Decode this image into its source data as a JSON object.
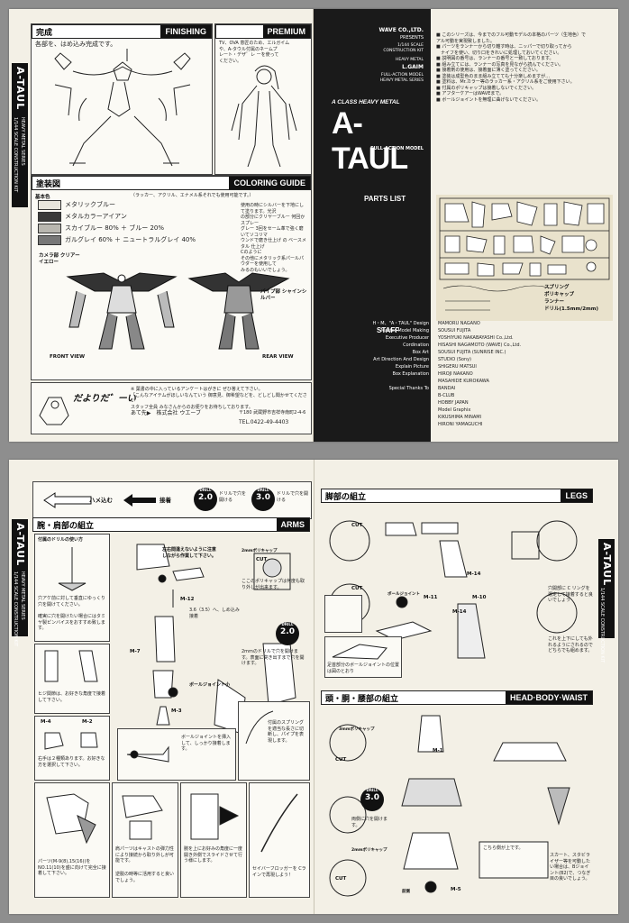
{
  "top": {
    "spine": {
      "title": "A-TAUL",
      "subtitle": "1/144 SCALE CONSTRUCTION KIT",
      "series": "HEAVY METAL SERIES"
    },
    "finishing": {
      "jp": "完成",
      "en": "FINISHING",
      "note": "各部を、はめ込み完成です。"
    },
    "premium": {
      "en": "PREMIUM",
      "lines": [
        "TV、OVA 意匠のため、エルガイム",
        "や、A-タウル付属のネームプ",
        "レート・デザ゛レ ーを使って",
        "ください。"
      ]
    },
    "coloring": {
      "jp": "塗装図",
      "en": "COLORING GUIDE",
      "legend": [
        {
          "label": "メタリックブルー",
          "color": "#e8e5dc"
        },
        {
          "label": "メタルカラーアイアン",
          "color": "#3a3a3a"
        },
        {
          "label": "スカイブルー 80% ＋ ブルー 20%",
          "color": "#b9b7b0"
        },
        {
          "label": "ガルグレイ 60% ＋ ニュートラルグレイ 40%",
          "color": "#777"
        }
      ],
      "legend_head": "基本色",
      "legend_note": "（ラッカー、アクリル、エナメル系それでも使用可能です。）",
      "side_note": [
        "使用の時にシルバーを下地にして塗ります。光沢",
        "の部分にクリヤーブルー 何回かスプレー",
        "グレー 3回をセーム革で強く磨いてソコリマ",
        "ウンドで磨き仕上げ の ベースメタル 仕上げ",
        "Cのように",
        "その他にメタリック系パールパウダーを使用して",
        "みるのもいいでしょう。"
      ],
      "label_camera": "カメラ部 クリアーイエロー",
      "label_pipe": "パイプ部 シャインシルバー",
      "front": "FRONT VIEW",
      "rear": "REAR VIEW"
    },
    "footer": {
      "logo": "だよりだ゛ーい",
      "lines": [
        "※ 葉書の中に入っているアンケートはがきに ぜひ答えて下さい。",
        "「こんなアイテムがほしいなんていう 御意見、御希望などを、どしどし聞かせてください",
        "スタッフ全員 みなさんからのお便りをお待ちしております。"
      ],
      "addr_label": "あて先▶　株式会社 ウエーブ",
      "addr": "〒180 武蔵野市吉祥寺南町2-4-6",
      "tel": "TEL.0422-49-4403"
    },
    "cover": {
      "brand": "WAVE CO.,LTD.",
      "presents": "PRESENTS",
      "scale": "1/144 SCALE CONSTRUCTION KIT",
      "series_tag": "HEAVY METAL",
      "code": "L.GAIM",
      "series2": "FULL-ACTION MODEL HEAVY METAL SERIES",
      "class": "A CLASS HEAVY METAL",
      "title": "A-TAUL",
      "tagline": "FULL-ACTION MODEL",
      "parts_list": "PARTS LIST",
      "staff_label": "STAFF"
    },
    "staff": [
      {
        "role": "H・M、\"A・TAUL\" Design",
        "name": "MAMORU NAGANO"
      },
      {
        "role": "Master Model Making",
        "name": "SOUSUI FUJITA"
      },
      {
        "role": "Executive Producer",
        "name": "YOSHIYUKI NAKABAYASHI Co.,Ltd."
      },
      {
        "role": "Cordination",
        "name": "HISASHI NAGAMOTO (WAVE) Co.,Ltd."
      },
      {
        "role": "Box Art",
        "name": "SOUSUI FUJITA (SUNRISE INC.)"
      },
      {
        "role": "Art Direction And Design",
        "name": "STUDIO (Sony)"
      },
      {
        "role": "Explain Picture",
        "name": "SHIGERU MATSUI"
      },
      {
        "role": "Box Explanation",
        "name": "HIROJI NAKANO"
      },
      {
        "role": "",
        "name": "MASAHIDE KUROKAWA"
      },
      {
        "role": "Special Thanks To",
        "name": "BANDAI"
      },
      {
        "role": "",
        "name": "B-CLUB"
      },
      {
        "role": "",
        "name": "HOBBY JAPAN"
      },
      {
        "role": "",
        "name": "Model Graphix"
      },
      {
        "role": "",
        "name": "KIKUSHIMA MINAMI"
      },
      {
        "role": "",
        "name": "HIRONI YAMAGUCHI"
      }
    ],
    "notes": [
      "■ このシリーズは、今までのフル可動モデルの本格のパーツ（生地色）で",
      "アル可動を実現致しました。",
      "■ パーツをランナーから切り離す時は、ニッパーで切り取ってから",
      "　ナイフを使い、切り口をきれいに処理しておいてください。",
      "■ 説明図の番号は、ランナーの番号と一致しております。",
      "■ 組み立てには、ランナーの写真を見ながら読んでください。",
      "■ 接着剤の使用は、接着面に薄く塗ってください。",
      "■ 塗装は成型色のまま組み立てても十分楽しめますが…",
      "■ 塗料は、Mr.カラー等のラッカー系・アクリル系をご使用下さい。",
      "■ 付属のポリキャップは接着しないでください。",
      "■ アフターケアーはWAVEまで。",
      "■ ボールジョイントを無理に曲げないでください。"
    ],
    "parts": {
      "label_spring": "スプリング",
      "label_polycap": "ポリキャップ",
      "label_runner": "ランナー",
      "label_count": "ドリル(1.5mm/2mm)"
    }
  },
  "bottom": {
    "spine": {
      "title": "A-TAUL",
      "subtitle": "1/144 SCALE CONSTRUCTION KIT",
      "series": "HEAVY METAL SERIES"
    },
    "legend": {
      "fit": "ハメ込む",
      "glue": "接着",
      "drill1": "2.0",
      "drill2": "3.0",
      "drill_text": "ドリルで穴を開ける"
    },
    "arms": {
      "jp": "腕・肩部の組立",
      "en": "ARMS"
    },
    "legs": {
      "jp": "脚部の組立",
      "en": "LEGS"
    },
    "hbw": {
      "jp": "頭・胴・腰部の組立",
      "en": "HEAD·BODY·WAIST"
    },
    "arm_steps": [
      "付属のドリルの使い方",
      "穴アケ前に対して垂直にゆっくり穴を開けてください。",
      "確実に穴を開けたい場合にはタミヤ製ピンバイスをおすすめ致します。",
      "ヒジ関節は、お好きな角度で接着して下さい。",
      "右手は２種類あります。お好きな方を選択して下さい。",
      "パーツ(M-9(8),15(16))をNO.11(10)を盛に向けて完全に接着して下さい。"
    ],
    "arm_notes": [
      "左右間違えないように注意しながら作業して下さい。",
      "ここのポリキャップは何度も取り外しが出来ます。",
      "3.6（3.5）へ、しめ込み接着",
      "2mmのドリルで穴を開けます。表面に突き出すまで穴を開けます。",
      "ボールジョイント小",
      "ボールジョイントを挿入して、しっかり接着します。",
      "付属のスプリングを適当な長さに切断し、パイプを表現します。",
      "肩パーツはキャストの弾力性により接続から取り外しが可能です。",
      "腕を上にお好みの角度に一度開き外側でスライドさせて行う様にします。",
      "逆脱の時等に活用すると良いでしょう。",
      "セイバーフロッガーを Cラインで再現しよう！"
    ],
    "arm_parts": [
      "M-12",
      "M-7",
      "M-3",
      "M-4",
      "M-2"
    ],
    "leg_notes": [
      "足首部分のボールジョイントの位置は図のとおり",
      "穴開部に C リングを選定して接着すると良いでしょう",
      "これを上下にしても外れるようにされるのでどちらでも組めます。"
    ],
    "leg_parts": [
      "M-14",
      "M-11",
      "M-10",
      "M-14"
    ],
    "hbw_notes": [
      "両側に穴を開けます。",
      "こちら側が上です。",
      "スカート、スタビライザー等を可動したい場合は、Bジョイント(B2)で、つなぎ目の良いでしょう。"
    ],
    "hbw_parts": [
      "M-1",
      "M-5"
    ],
    "labels": {
      "cut": "CUT",
      "polycap_2mm": "2mmポリキャップ",
      "polycap_3mm": "3mmポリキャップ",
      "ball_joint": "ボールジョイント",
      "front": "前側",
      "top": "上"
    }
  },
  "colors": {
    "paper": "#f3f0e6",
    "ink": "#111111",
    "background": "#8e8e8e"
  }
}
